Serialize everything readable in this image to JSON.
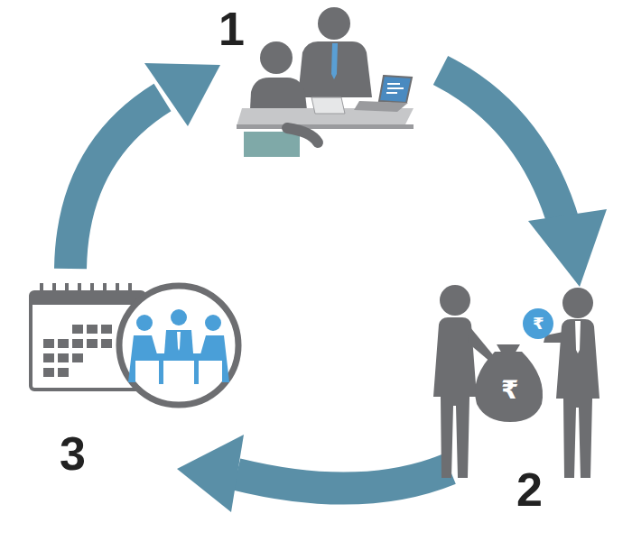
{
  "diagram": {
    "labels": [
      "1",
      "2",
      "3",
      "₹",
      "₹"
    ]
  }
}
